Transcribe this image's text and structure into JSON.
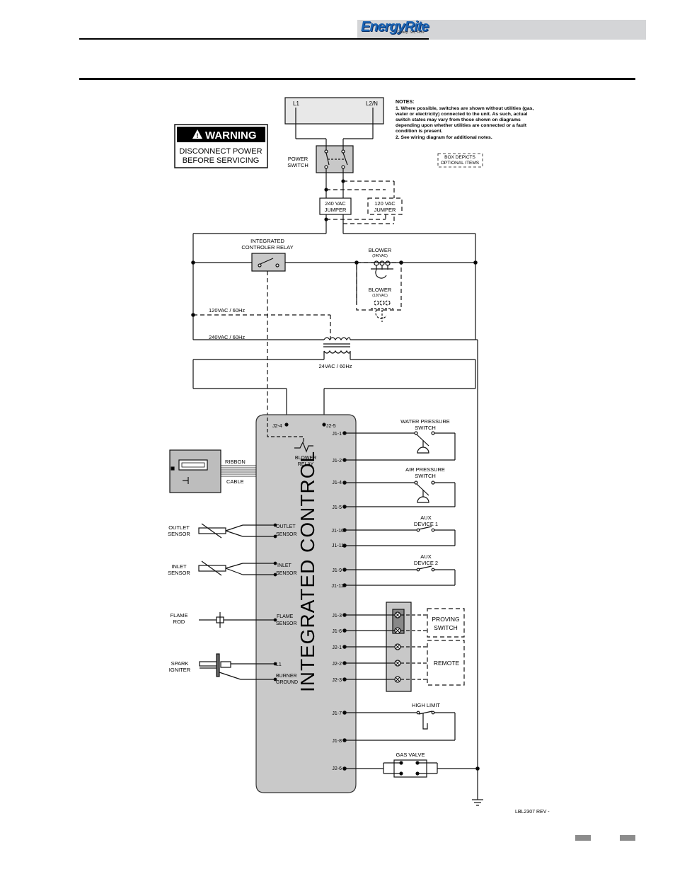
{
  "header": {
    "logo_text": "EnergyRite",
    "logo_sub": "Ready, Set, Flow"
  },
  "diagram": {
    "notes_title": "NOTES:",
    "notes_lines": [
      "1. Where possible, switches are shown without utilities (gas,",
      "water or electricity) connected to the unit.  As such, actual",
      "switch states may vary from those shown on diagrams",
      "depending upon whether utilities are connected or a fault",
      "condition is present.",
      "2. See wiring diagram for additional notes."
    ],
    "optional_box": [
      "BOX DEPICTS",
      "OPTIONAL ITEMS"
    ],
    "warning": {
      "title": "WARNING",
      "line1": "DISCONNECT POWER",
      "line2": "BEFORE SERVICING"
    },
    "supply": {
      "l1": "L1",
      "l2n": "L2/N"
    },
    "power_switch": [
      "POWER",
      "SWITCH"
    ],
    "jumper240": [
      "240 VAC",
      "JUMPER"
    ],
    "jumper120": [
      "120 VAC",
      "JUMPER"
    ],
    "relay_label": [
      "INTEGRATED",
      "CONTROLER RELAY"
    ],
    "blower240": [
      "BLOWER",
      "(240VAC)"
    ],
    "blower120": [
      "BLOWER",
      "(120VAC)"
    ],
    "v120": "120VAC / 60Hz",
    "v240": "240VAC / 60Hz",
    "v24": "24VAC / 60Hz",
    "control_title": "INTEGRATED CONTROL",
    "j24": "J2-4",
    "j25": "J2-5",
    "blower_relay": [
      "BLOWER",
      "RELAY"
    ],
    "ribbon": [
      "RIBBON",
      "CABLE"
    ],
    "outlet_sensor": [
      "OUTLET",
      "SENSOR"
    ],
    "inlet_sensor": [
      "INLET",
      "SENSOR"
    ],
    "outlet_sensor_in": [
      "OUTLET",
      "SENSOR"
    ],
    "inlet_sensor_in": [
      "INLET",
      "SENSOR"
    ],
    "flame_rod": [
      "FLAME",
      "ROD"
    ],
    "flame_sensor": [
      "FLAME",
      "SENSOR"
    ],
    "spark_igniter": [
      "SPARK",
      "IGNITER"
    ],
    "l1_pin": "L1",
    "burner_ground": [
      "BURNER",
      "GROUND"
    ],
    "pins": [
      "J1-1",
      "J1-2",
      "J1-4",
      "J1-5",
      "J1-10",
      "J1-11",
      "J1-9",
      "J1-12",
      "J1-3",
      "J1-6",
      "J2-1",
      "J2-2",
      "J2-3",
      "J1-7",
      "J1-8",
      "J2-6"
    ],
    "water_pressure": [
      "WATER PRESSURE",
      "SWITCH"
    ],
    "air_pressure": [
      "AIR PRESSURE",
      "SWITCH"
    ],
    "aux1": [
      "AUX",
      "DEVICE 1"
    ],
    "aux2": [
      "AUX",
      "DEVICE 2"
    ],
    "proving": [
      "PROVING",
      "SWITCH"
    ],
    "remote": "REMOTE",
    "high_limit": "HIGH LIMIT",
    "gas_valve": "GAS VALVE",
    "label_code": "LBL2307 REV -"
  }
}
